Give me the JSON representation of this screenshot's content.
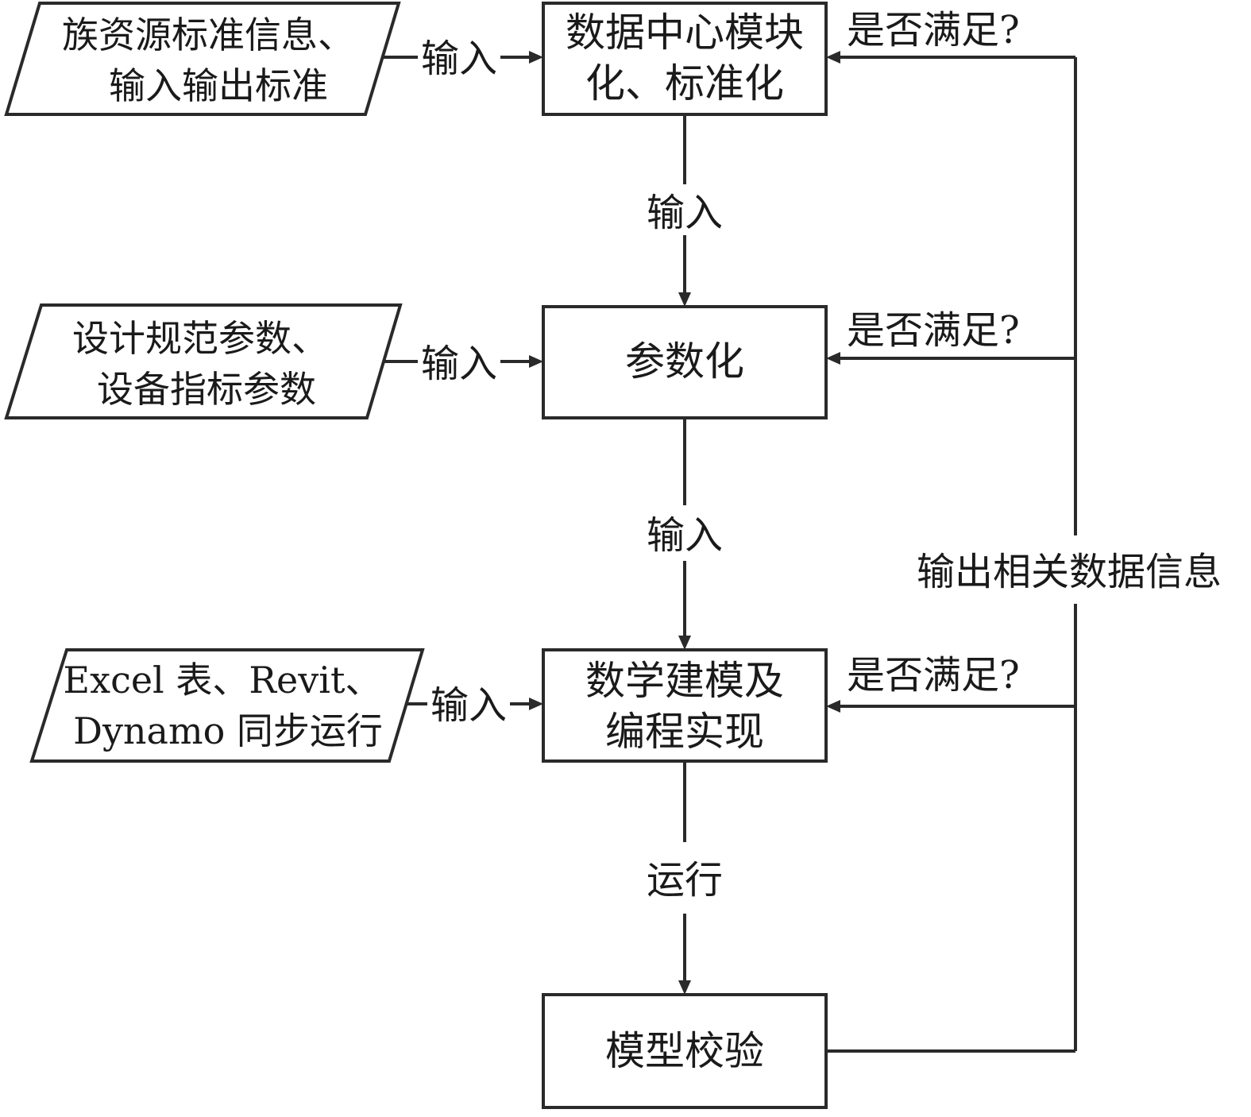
{
  "diagram": {
    "boxes": {
      "data_center": [
        "数据中心模块",
        "化、标准化"
      ],
      "parameterize": [
        "参数化"
      ],
      "modeling": [
        "数学建模及",
        "编程实现"
      ],
      "validation": [
        "模型校验"
      ]
    },
    "inputs": {
      "family_resources": [
        "族资源标准信息、",
        "输入输出标准"
      ],
      "design_params": [
        "设计规范参数、",
        "设备指标参数"
      ],
      "tools": [
        "Excel 表、Revit、",
        "Dynamo 同步运行"
      ]
    },
    "edge_labels": {
      "input": "输入",
      "run": "运行",
      "satisfied": "是否满足?",
      "output": "输出相关数据信息"
    }
  }
}
